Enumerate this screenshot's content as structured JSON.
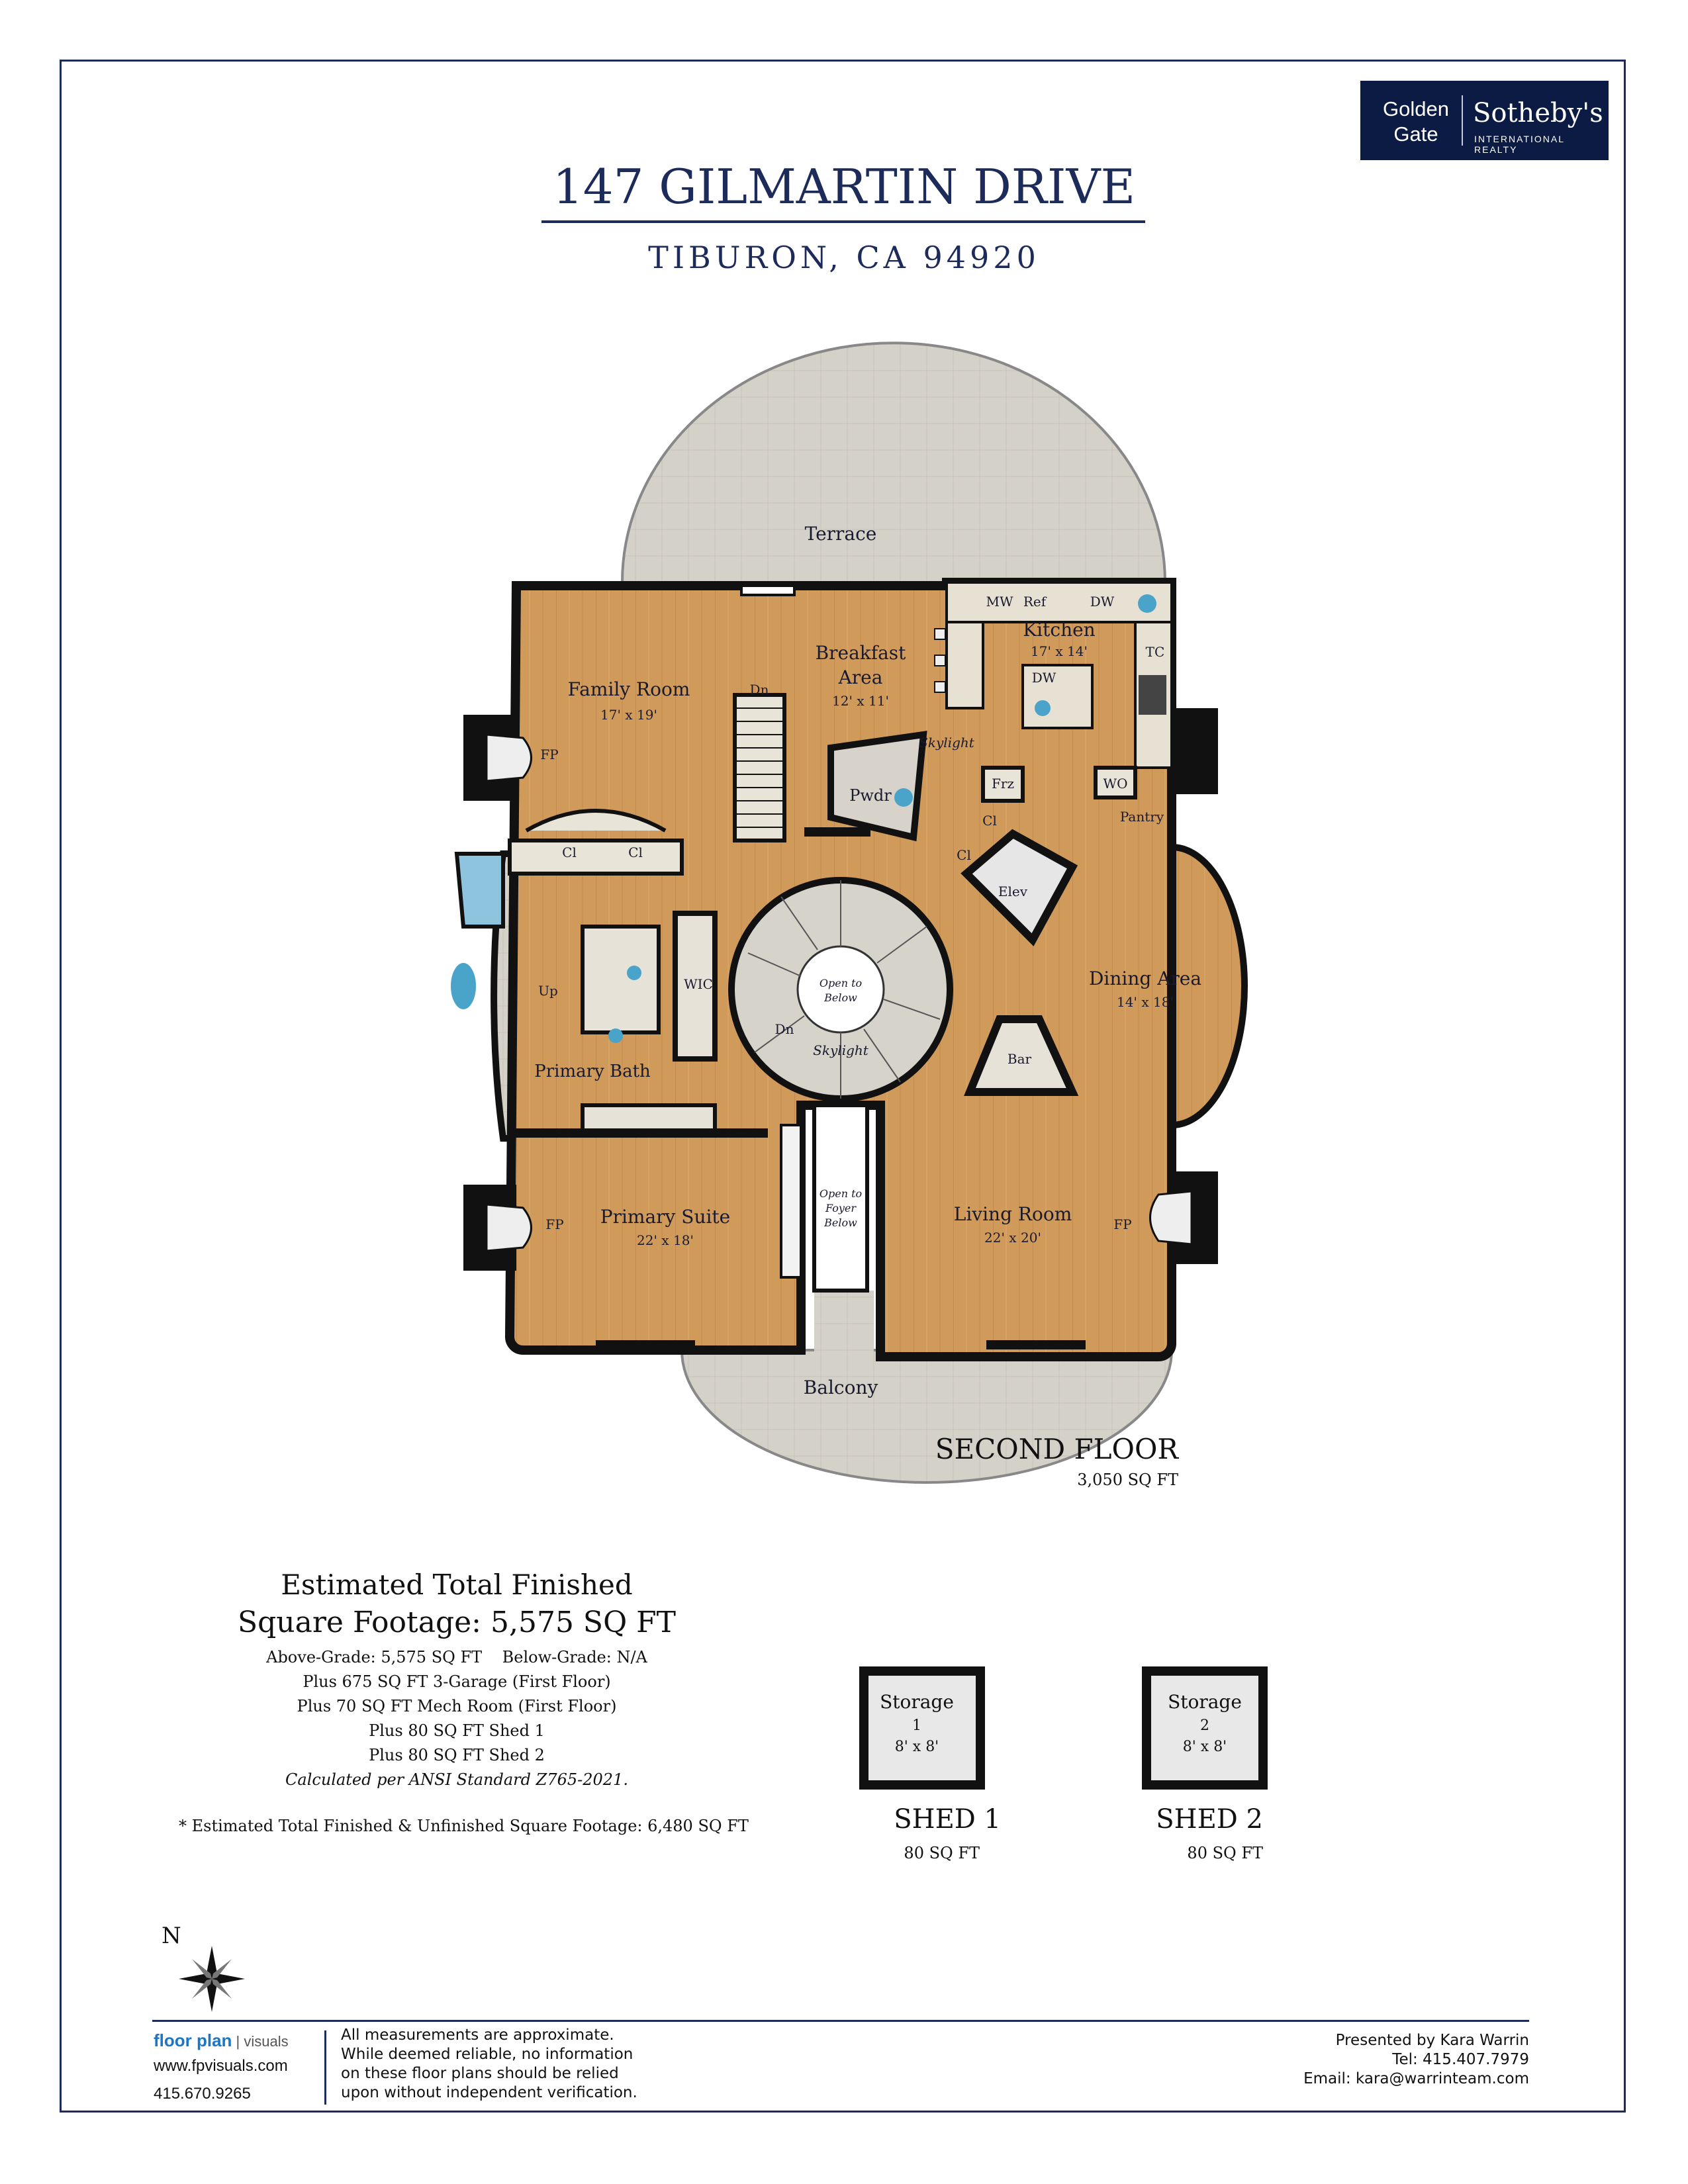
{
  "header": {
    "title": "147 GILMARTIN DRIVE",
    "subtitle": "TIBURON, CA 94920"
  },
  "logo": {
    "line1a": "Golden",
    "line1b": "Gate",
    "line2": "Sotheby's",
    "line3": "INTERNATIONAL REALTY"
  },
  "floor": {
    "title": "SECOND FLOOR",
    "sqft": "3,050 SQ FT",
    "rooms": {
      "terrace": "Terrace",
      "family_room": "Family Room",
      "family_room_dim": "17' x 19'",
      "breakfast": "Breakfast",
      "breakfast_area": "Area",
      "breakfast_dim": "12' x 11'",
      "kitchen": "Kitchen",
      "kitchen_dim": "17' x 14'",
      "mw": "MW",
      "ref": "Ref",
      "dw_top": "DW",
      "dw_island": "DW",
      "tc": "TC",
      "dn_stair": "Dn",
      "fp_family": "FP",
      "skylight_pwdr": "Skylight",
      "pwdr": "Pwdr",
      "frz": "Frz",
      "wo": "WO",
      "pantry": "Pantry",
      "cl_1": "Cl",
      "cl_2": "Cl",
      "cl_3": "Cl",
      "cl_4": "Cl",
      "elev": "Elev",
      "up": "Up",
      "wic": "WIC",
      "open_below_1": "Open to",
      "open_below_2": "Below",
      "dn_spiral": "Dn",
      "skylight_spiral": "Skylight",
      "dining": "Dining Area",
      "dining_dim": "14' x 18'",
      "bar": "Bar",
      "primary_bath": "Primary Bath",
      "primary_suite": "Primary Suite",
      "primary_suite_dim": "22' x 18'",
      "fp_suite": "FP",
      "open_foyer_1": "Open to",
      "open_foyer_2": "Foyer",
      "open_foyer_3": "Below",
      "living": "Living Room",
      "living_dim": "22' x 20'",
      "fp_living": "FP",
      "balcony": "Balcony"
    }
  },
  "totals": {
    "line1": "Estimated Total Finished",
    "line2": "Square Footage: 5,575 SQ FT",
    "details": [
      "Above-Grade: 5,575 SQ FT    Below-Grade: N/A",
      "Plus 675 SQ FT 3-Garage (First Floor)",
      "Plus 70 SQ FT Mech Room (First Floor)",
      "Plus 80 SQ FT Shed 1",
      "Plus 80 SQ FT Shed 2",
      "Calculated per ANSI Standard Z765-2021."
    ],
    "note": "* Estimated Total Finished & Unfinished Square Footage: 6,480 SQ FT"
  },
  "sheds": [
    {
      "room": "Storage",
      "num": "1",
      "dim": "8' x 8'",
      "label": "SHED 1",
      "sqft": "80 SQ FT"
    },
    {
      "room": "Storage",
      "num": "2",
      "dim": "8' x 8'",
      "label": "SHED 2",
      "sqft": "80 SQ FT"
    }
  ],
  "compass": {
    "label": "N"
  },
  "footer": {
    "brand": "floor plan",
    "brand_suffix": "visuals",
    "website": "www.fpvisuals.com",
    "phone": "415.670.9265",
    "disclaimer": [
      "All measurements are approximate.",
      "While deemed reliable, no information",
      "on these floor plans should be relied",
      "upon without independent verification."
    ],
    "presented": [
      "Presented by Kara Warrin",
      "Tel: 415.407.7979",
      "Email: kara@warrinteam.com"
    ]
  },
  "colors": {
    "navy": "#1c2b5a",
    "wood": "#d19a5c",
    "tile": "#d6d3cb",
    "wall": "#111111",
    "blue_fixture": "#4aa3c9"
  }
}
